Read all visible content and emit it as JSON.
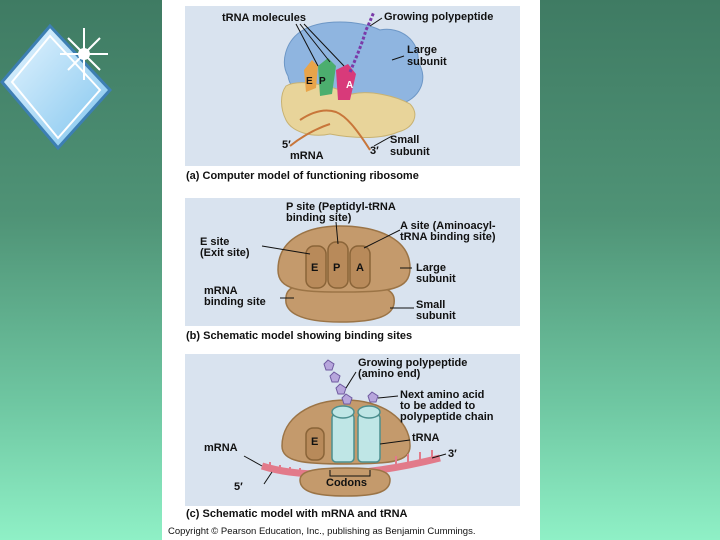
{
  "panel_a": {
    "label_trna": "tRNA molecules",
    "label_growing": "Growing polypeptide",
    "label_large_1": "Large",
    "label_large_2": "subunit",
    "label_e": "E",
    "label_p": "P",
    "label_a": "A",
    "label_5": "5′",
    "label_mrna": "mRNA",
    "label_3": "3′",
    "label_small_1": "Small",
    "label_small_2": "subunit",
    "caption": "(a) Computer model of functioning ribosome"
  },
  "panel_b": {
    "label_psite_1": "P site (Peptidyl-tRNA",
    "label_psite_2": "binding site)",
    "label_asite_1": "A site (Aminoacyl-",
    "label_asite_2": "tRNA binding site)",
    "label_esite_1": "E site",
    "label_esite_2": "(Exit site)",
    "slot_e": "E",
    "slot_p": "P",
    "slot_a": "A",
    "label_large_1": "Large",
    "label_large_2": "subunit",
    "label_mrna_1": "mRNA",
    "label_mrna_2": "binding site",
    "label_small_1": "Small",
    "label_small_2": "subunit",
    "caption": "(b) Schematic model showing binding sites"
  },
  "panel_c": {
    "label_growing_1": "Growing polypeptide",
    "label_growing_2": "(amino end)",
    "label_next_1": "Next amino acid",
    "label_next_2": "to be added to",
    "label_next_3": "polypeptide chain",
    "label_mrna": "mRNA",
    "label_e": "E",
    "label_trna": "tRNA",
    "label_3": "3′",
    "label_5": "5′",
    "label_codons": "Codons",
    "caption": "(c) Schematic model with mRNA and tRNA"
  },
  "copyright": "Copyright © Pearson Education, Inc., publishing as Benjamin Cummings.",
  "colors": {
    "background_top": "#3f7b63",
    "background_bottom": "#8ff0c6",
    "panel_bg": "#d9e3ef",
    "ribosome_brown": "#c49a6c",
    "large_subunit_blue": "#8fb5e0",
    "small_subunit_tan": "#e8d49a",
    "trna_teal": "#bfe6e6",
    "mrna_pink": "#e27a8a"
  }
}
